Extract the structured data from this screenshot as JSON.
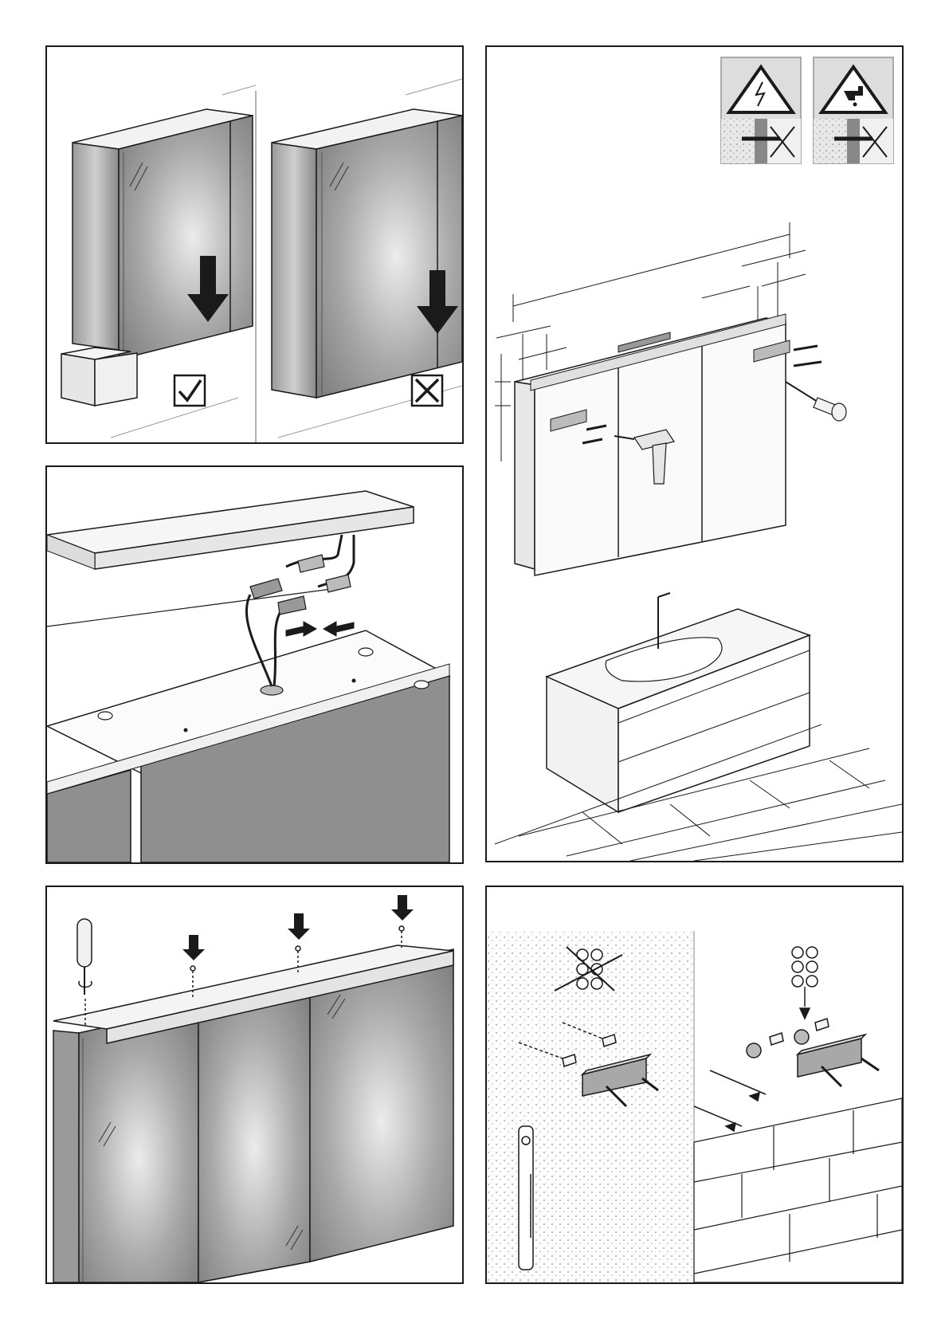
{
  "page": {
    "panels": [
      {
        "id": "p1",
        "name": "cabinet-placement-panel",
        "symbols": [
          "check-symbol",
          "cross-symbol"
        ]
      },
      {
        "id": "p2",
        "name": "drill-mount-panel",
        "warnings": [
          "electric-hazard-icon",
          "water-hazard-icon"
        ]
      },
      {
        "id": "p3",
        "name": "cable-connector-panel"
      },
      {
        "id": "p4",
        "name": "light-bar-screw-panel"
      },
      {
        "id": "p5",
        "name": "wall-plug-selection-panel"
      }
    ]
  },
  "colors": {
    "line": "#1a1a1a",
    "mirror_gray": "#8c8c8c",
    "mirror_light": "#e6e6e6",
    "panel_border": "#1a1a1a",
    "warning_bg": "#d9d9d9"
  }
}
